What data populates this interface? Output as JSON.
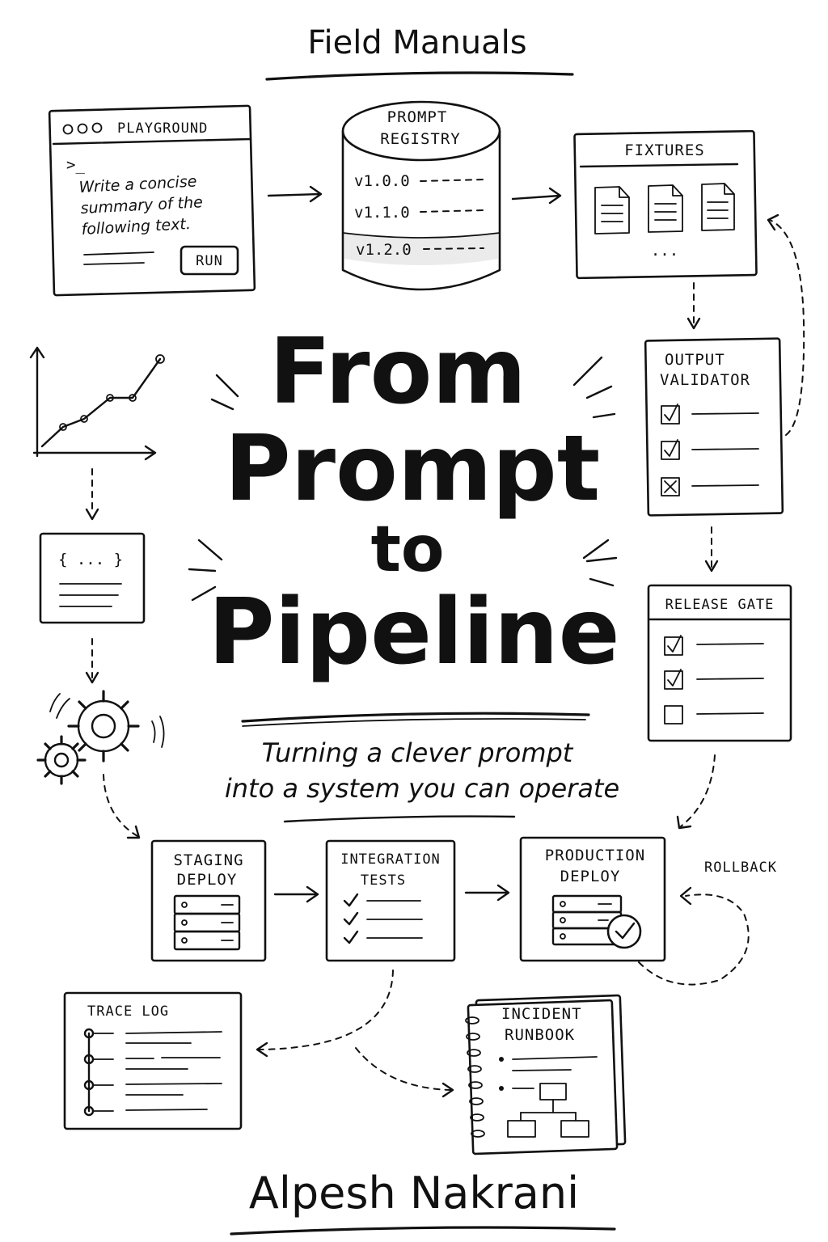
{
  "cover": {
    "series": "Field Manuals",
    "title_line1": "From",
    "title_line2": "Prompt",
    "title_line3": "to",
    "title_line4": "Pipeline",
    "subtitle_line1": "Turning a clever prompt",
    "subtitle_line2": "into a system you can operate",
    "author": "Alpesh Nakrani"
  },
  "playground": {
    "label": "PLAYGROUND",
    "cursor": ">_",
    "text_line1": "Write a concise",
    "text_line2": "summary of the",
    "text_line3": "following text.",
    "run_label": "RUN"
  },
  "registry": {
    "label_line1": "PROMPT",
    "label_line2": "REGISTRY",
    "versions": [
      "v1.0.0",
      "v1.1.0",
      "v1.2.0"
    ]
  },
  "fixtures": {
    "label": "FIXTURES",
    "ellipsis": "..."
  },
  "validator": {
    "label_line1": "OUTPUT",
    "label_line2": "VALIDATOR"
  },
  "json_card": {
    "text": "{ ... }"
  },
  "release_gate": {
    "label": "RELEASE GATE"
  },
  "staging": {
    "label_line1": "STAGING",
    "label_line2": "DEPLOY"
  },
  "integration": {
    "label_line1": "INTEGRATION",
    "label_line2": "TESTS"
  },
  "production": {
    "label_line1": "PRODUCTION",
    "label_line2": "DEPLOY"
  },
  "rollback": {
    "label": "ROLLBACK"
  },
  "trace_log": {
    "label": "TRACE LOG"
  },
  "runbook": {
    "label_line1": "INCIDENT",
    "label_line2": "RUNBOOK"
  },
  "icons": [
    "cursor-icon",
    "database-icon",
    "document-icon",
    "checkbox-icon",
    "line-chart-icon",
    "gear-icon",
    "server-icon",
    "check-badge-icon",
    "timeline-icon",
    "notebook-icon",
    "flowchart-icon"
  ]
}
